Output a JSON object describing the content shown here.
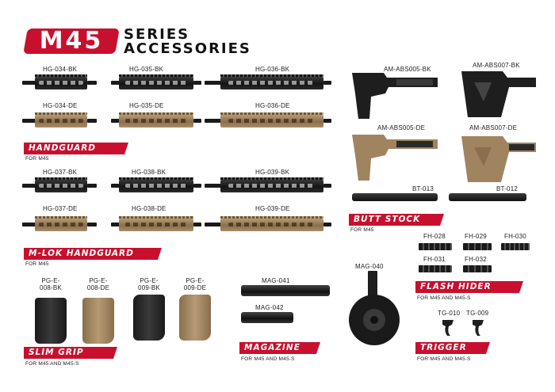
{
  "title": {
    "logo": "M45",
    "line1": "SERIES",
    "line2": "ACCESSORIES"
  },
  "colors": {
    "accent": "#c8102e",
    "black_finish": "#1e1e1e",
    "desert_finish": "#a08460"
  },
  "handguard": {
    "label": "HANDGUARD",
    "sub": "FOR M45",
    "items": [
      "HG-034-BK",
      "HG-035-BK",
      "HG-036-BK",
      "HG-034-DE",
      "HG-035-DE",
      "HG-036-DE"
    ]
  },
  "mlok": {
    "label": "M-LOK HANDGUARD",
    "sub": "FOR M45",
    "items": [
      "HG-037-BK",
      "HG-038-BK",
      "HG-039-BK",
      "HG-037-DE",
      "HG-038-DE",
      "HG-039-DE"
    ]
  },
  "buttstock": {
    "label": "BUTT STOCK",
    "sub": "FOR M45",
    "items": [
      "AM-ABS005-BK",
      "AM-ABS007-BK",
      "AM-ABS005-DE",
      "AM-ABS007-DE",
      "BT-013",
      "BT-012"
    ]
  },
  "flashhider": {
    "label": "FLASH HIDER",
    "sub": "FOR M45 AND M45-S",
    "items": [
      "FH-028",
      "FH-029",
      "FH-030",
      "FH-031",
      "FH-032"
    ]
  },
  "grip": {
    "label": "SLIM GRIP",
    "sub": "FOR M45 AND M45-S",
    "items": [
      {
        "l1": "PG-E-",
        "l2": "008-BK"
      },
      {
        "l1": "PG-E-",
        "l2": "008-DE"
      },
      {
        "l1": "PG-E-",
        "l2": "009-BK"
      },
      {
        "l1": "PG-E-",
        "l2": "009-DE"
      }
    ]
  },
  "magazine": {
    "label": "MAGAZINE",
    "sub": "FOR M45 AND M45-S",
    "items": [
      "MAG-041",
      "MAG-042",
      "MAG-040"
    ]
  },
  "trigger": {
    "label": "TRIGGER",
    "sub": "FOR M45 AND M45-S",
    "items": [
      "TG-010",
      "TG-009"
    ]
  }
}
